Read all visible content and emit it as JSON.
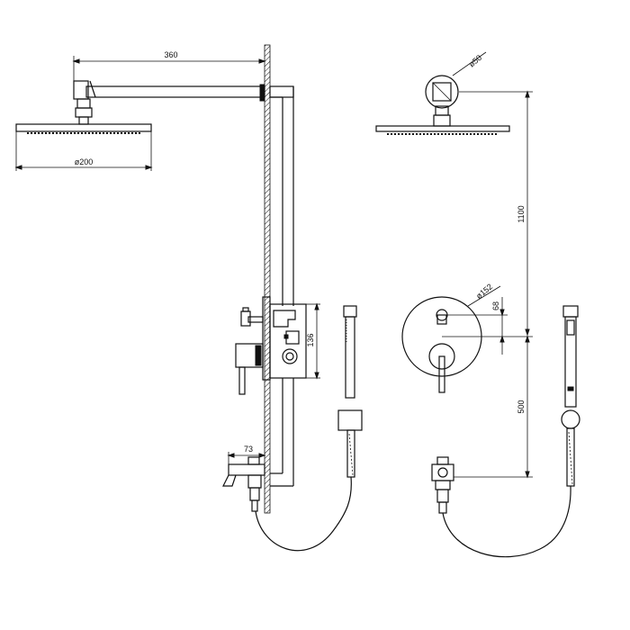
{
  "dimensions": {
    "arm_length": "360",
    "head_diameter_side": "ø200",
    "head_diameter_front": "ø50",
    "height_total": "1100",
    "valve_height": "136",
    "spout_length": "73",
    "plate_diameter": "ø152",
    "handle_offset": "68",
    "lower_height": "500"
  }
}
